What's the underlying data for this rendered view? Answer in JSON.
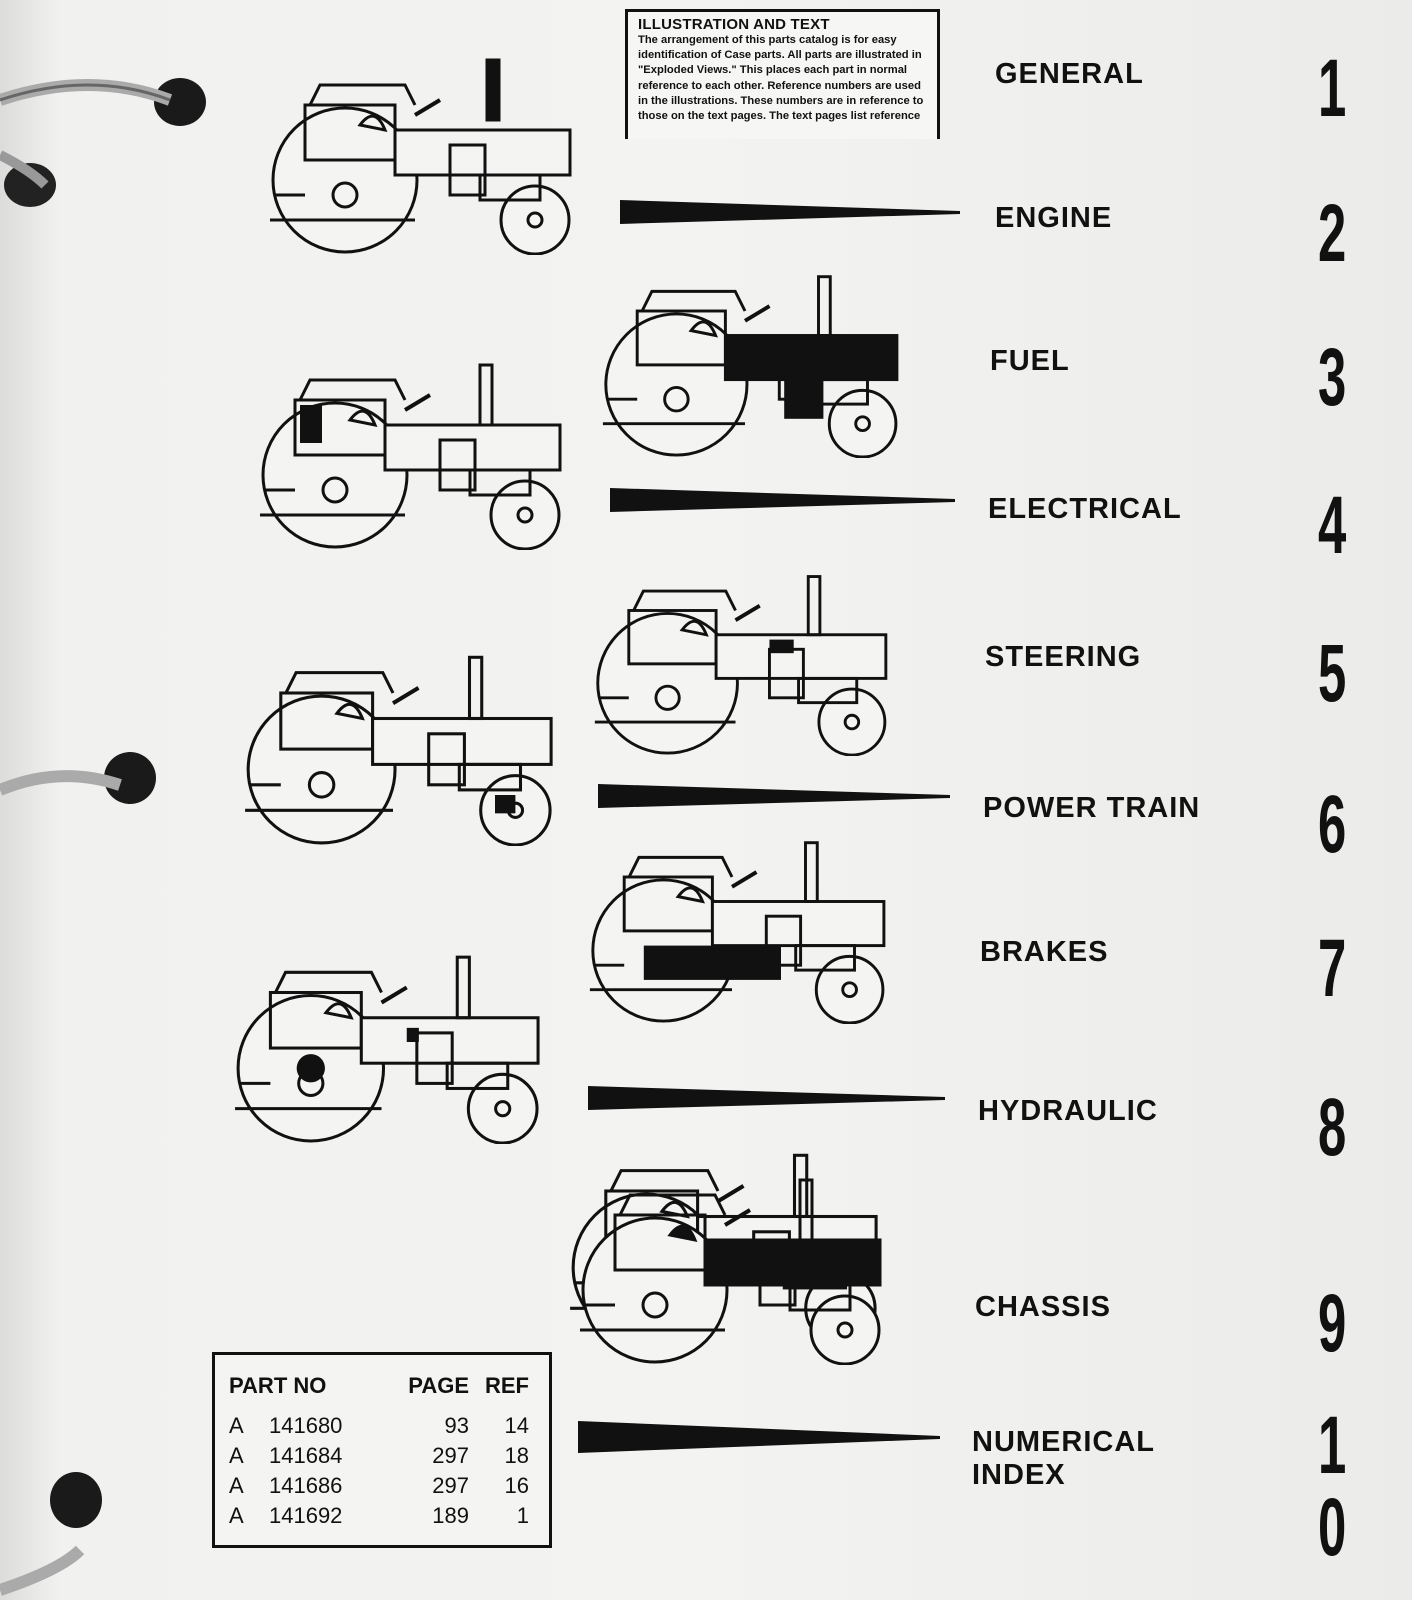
{
  "intro": {
    "title": "ILLUSTRATION AND TEXT",
    "body": "The arrangement of this parts catalog is for easy identification of Case parts. All parts are illustrated in \"Exploded Views.\" This places each part in normal reference to each other. Reference numbers are used in the illustrations. These numbers are in reference to those on the text pages. The text pages list reference"
  },
  "sections": [
    {
      "label": "GENERAL",
      "number": "1"
    },
    {
      "label": "ENGINE",
      "number": "2"
    },
    {
      "label": "FUEL",
      "number": "3"
    },
    {
      "label": "ELECTRICAL",
      "number": "4"
    },
    {
      "label": "STEERING",
      "number": "5"
    },
    {
      "label": "POWER TRAIN",
      "number": "6"
    },
    {
      "label": "BRAKES",
      "number": "7"
    },
    {
      "label": "HYDRAULIC",
      "number": "8"
    },
    {
      "label": "CHASSIS",
      "number": "9"
    },
    {
      "label": "NUMERICAL",
      "label2": "INDEX",
      "number": "1",
      "number2": "0"
    }
  ],
  "parts_table": {
    "headers": [
      "PART NO",
      "PAGE",
      "REF"
    ],
    "rows": [
      {
        "prefix": "A",
        "part": "141680",
        "page": "93",
        "ref": "14"
      },
      {
        "prefix": "A",
        "part": "141684",
        "page": "297",
        "ref": "18"
      },
      {
        "prefix": "A",
        "part": "141686",
        "page": "297",
        "ref": "16"
      },
      {
        "prefix": "A",
        "part": "141692",
        "page": "189",
        "ref": "1"
      }
    ]
  }
}
